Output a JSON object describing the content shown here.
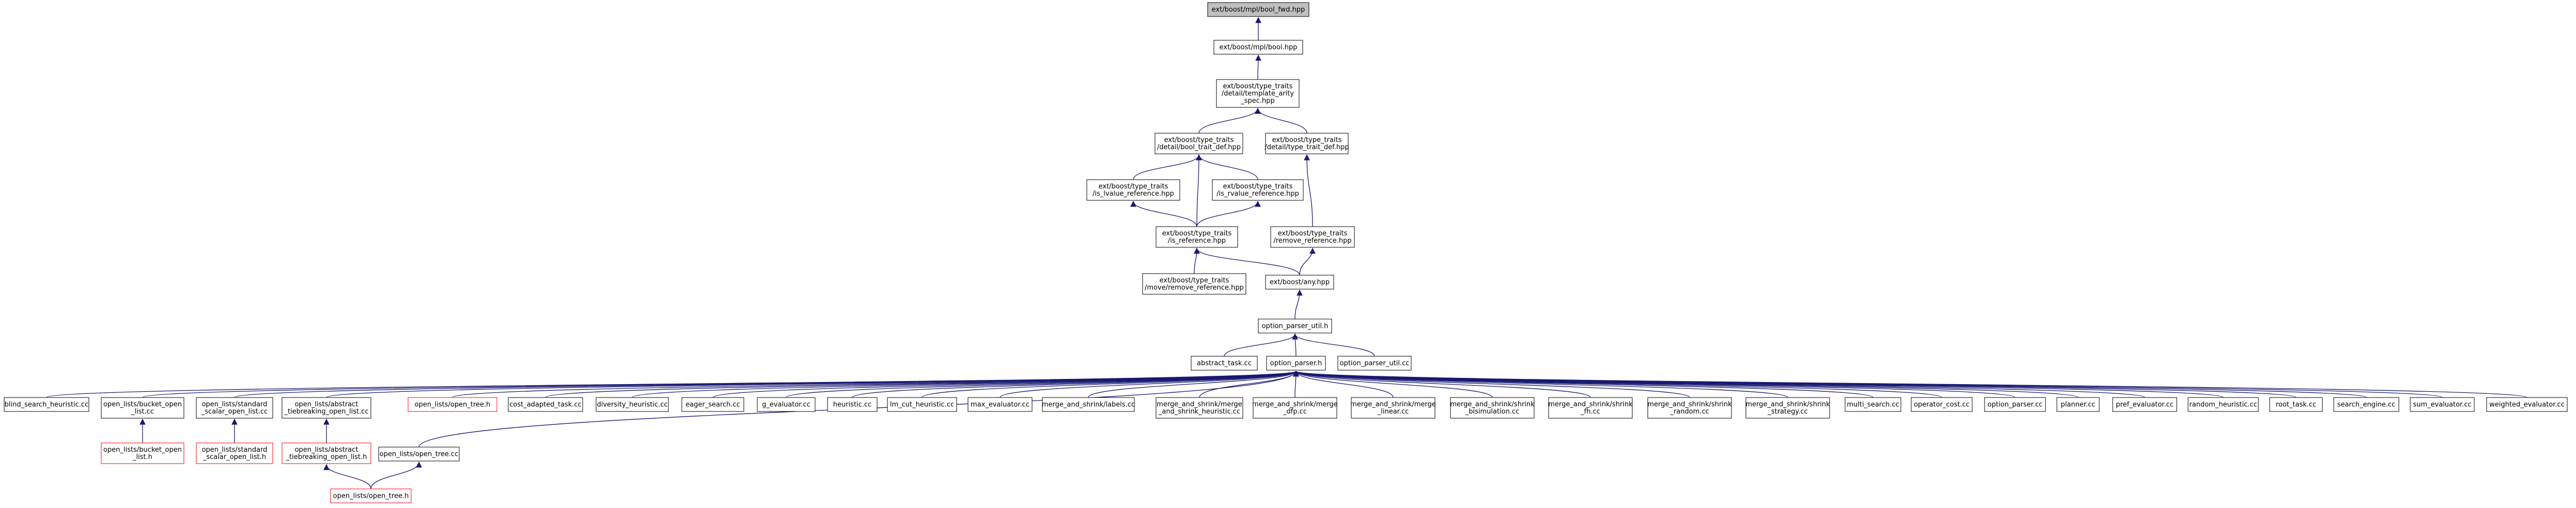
{
  "nodes": [
    {
      "id": "n0",
      "lines": [
        "ext/boost/mpl/bool_fwd.hpp"
      ],
      "style": "current"
    },
    {
      "id": "n1",
      "lines": [
        "ext/boost/mpl/bool.hpp"
      ],
      "style": "normal"
    },
    {
      "id": "n2",
      "lines": [
        "ext/boost/type_traits",
        "/detail/template_arity",
        "_spec.hpp"
      ],
      "style": "normal"
    },
    {
      "id": "n3",
      "lines": [
        "ext/boost/type_traits",
        "/detail/bool_trait_def.hpp"
      ],
      "style": "normal"
    },
    {
      "id": "n4",
      "lines": [
        "ext/boost/type_traits",
        "/detail/type_trait_def.hpp"
      ],
      "style": "normal"
    },
    {
      "id": "n5",
      "lines": [
        "ext/boost/type_traits",
        "/is_lvalue_reference.hpp"
      ],
      "style": "normal"
    },
    {
      "id": "n6",
      "lines": [
        "ext/boost/type_traits",
        "/is_rvalue_reference.hpp"
      ],
      "style": "normal"
    },
    {
      "id": "n7",
      "lines": [
        "ext/boost/type_traits",
        "/is_reference.hpp"
      ],
      "style": "normal"
    },
    {
      "id": "n8",
      "lines": [
        "ext/boost/type_traits",
        "/remove_reference.hpp"
      ],
      "style": "normal"
    },
    {
      "id": "n9",
      "lines": [
        "ext/boost/type_traits",
        "/move/remove_reference.hpp"
      ],
      "style": "normal"
    },
    {
      "id": "n10",
      "lines": [
        "ext/boost/any.hpp"
      ],
      "style": "normal"
    },
    {
      "id": "n11",
      "lines": [
        "option_parser_util.h"
      ],
      "style": "normal"
    },
    {
      "id": "n12",
      "lines": [
        "abstract_task.cc"
      ],
      "style": "normal"
    },
    {
      "id": "n13",
      "lines": [
        "option_parser.h"
      ],
      "style": "normal"
    },
    {
      "id": "n14",
      "lines": [
        "option_parser_util.cc"
      ],
      "style": "normal"
    },
    {
      "id": "n15",
      "lines": [
        "blind_search_heuristic.cc"
      ],
      "style": "normal"
    },
    {
      "id": "n16",
      "lines": [
        "open_lists/bucket_open",
        "_list.cc"
      ],
      "style": "normal"
    },
    {
      "id": "n17",
      "lines": [
        "open_lists/standard",
        "_scalar_open_list.cc"
      ],
      "style": "normal"
    },
    {
      "id": "n18",
      "lines": [
        "open_lists/abstract",
        "_tiebreaking_open_list.cc"
      ],
      "style": "normal"
    },
    {
      "id": "n19",
      "lines": [
        "open_lists/open_tree.h"
      ],
      "style": "red"
    },
    {
      "id": "n20",
      "lines": [
        "cost_adapted_task.cc"
      ],
      "style": "normal"
    },
    {
      "id": "n21",
      "lines": [
        "diversity_heuristic.cc"
      ],
      "style": "normal"
    },
    {
      "id": "n22",
      "lines": [
        "eager_search.cc"
      ],
      "style": "normal"
    },
    {
      "id": "n23",
      "lines": [
        "g_evaluator.cc"
      ],
      "style": "normal"
    },
    {
      "id": "n24",
      "lines": [
        "heuristic.cc"
      ],
      "style": "normal"
    },
    {
      "id": "n25",
      "lines": [
        "lm_cut_heuristic.cc"
      ],
      "style": "normal"
    },
    {
      "id": "n26",
      "lines": [
        "max_evaluator.cc"
      ],
      "style": "normal"
    },
    {
      "id": "n27",
      "lines": [
        "merge_and_shrink/labels.cc"
      ],
      "style": "normal"
    },
    {
      "id": "n28",
      "lines": [
        "merge_and_shrink/merge",
        "_and_shrink_heuristic.cc"
      ],
      "style": "normal"
    },
    {
      "id": "n29",
      "lines": [
        "merge_and_shrink/merge",
        "_dfp.cc"
      ],
      "style": "normal"
    },
    {
      "id": "n30",
      "lines": [
        "merge_and_shrink/merge",
        "_linear.cc"
      ],
      "style": "normal"
    },
    {
      "id": "n31",
      "lines": [
        "merge_and_shrink/shrink",
        "_bisimulation.cc"
      ],
      "style": "normal"
    },
    {
      "id": "n32",
      "lines": [
        "merge_and_shrink/shrink",
        "_fh.cc"
      ],
      "style": "normal"
    },
    {
      "id": "n33",
      "lines": [
        "merge_and_shrink/shrink",
        "_random.cc"
      ],
      "style": "normal"
    },
    {
      "id": "n34",
      "lines": [
        "merge_and_shrink/shrink",
        "_strategy.cc"
      ],
      "style": "normal"
    },
    {
      "id": "n35",
      "lines": [
        "multi_search.cc"
      ],
      "style": "normal"
    },
    {
      "id": "n36",
      "lines": [
        "operator_cost.cc"
      ],
      "style": "normal"
    },
    {
      "id": "n37",
      "lines": [
        "option_parser.cc"
      ],
      "style": "normal"
    },
    {
      "id": "n38",
      "lines": [
        "planner.cc"
      ],
      "style": "normal"
    },
    {
      "id": "n39",
      "lines": [
        "pref_evaluator.cc"
      ],
      "style": "normal"
    },
    {
      "id": "n40",
      "lines": [
        "random_heuristic.cc"
      ],
      "style": "normal"
    },
    {
      "id": "n41",
      "lines": [
        "root_task.cc"
      ],
      "style": "normal"
    },
    {
      "id": "n42",
      "lines": [
        "search_engine.cc"
      ],
      "style": "normal"
    },
    {
      "id": "n43",
      "lines": [
        "sum_evaluator.cc"
      ],
      "style": "normal"
    },
    {
      "id": "n44",
      "lines": [
        "weighted_evaluator.cc"
      ],
      "style": "normal"
    },
    {
      "id": "n45",
      "lines": [
        "open_lists/bucket_open",
        "_list.h"
      ],
      "style": "red"
    },
    {
      "id": "n46",
      "lines": [
        "open_lists/standard",
        "_scalar_open_list.h"
      ],
      "style": "red"
    },
    {
      "id": "n47",
      "lines": [
        "open_lists/abstract",
        "_tiebreaking_open_list.h"
      ],
      "style": "red"
    },
    {
      "id": "n48",
      "lines": [
        "open_lists/open_tree.cc"
      ],
      "style": "normal"
    },
    {
      "id": "n49",
      "lines": [
        "open_lists/open_tree.h"
      ],
      "style": "red"
    }
  ],
  "edges": [
    [
      "n1",
      "n0"
    ],
    [
      "n2",
      "n1"
    ],
    [
      "n3",
      "n2"
    ],
    [
      "n4",
      "n2"
    ],
    [
      "n5",
      "n3"
    ],
    [
      "n6",
      "n3"
    ],
    [
      "n7",
      "n3"
    ],
    [
      "n8",
      "n4"
    ],
    [
      "n7",
      "n5"
    ],
    [
      "n7",
      "n6"
    ],
    [
      "n9",
      "n7"
    ],
    [
      "n10",
      "n7"
    ],
    [
      "n10",
      "n8"
    ],
    [
      "n11",
      "n10"
    ],
    [
      "n12",
      "n11"
    ],
    [
      "n13",
      "n11"
    ],
    [
      "n14",
      "n11"
    ],
    [
      "n15",
      "n13"
    ],
    [
      "n16",
      "n13"
    ],
    [
      "n17",
      "n13"
    ],
    [
      "n18",
      "n13"
    ],
    [
      "n19",
      "n13"
    ],
    [
      "n20",
      "n13"
    ],
    [
      "n21",
      "n13"
    ],
    [
      "n22",
      "n13"
    ],
    [
      "n23",
      "n13"
    ],
    [
      "n24",
      "n13"
    ],
    [
      "n25",
      "n13"
    ],
    [
      "n26",
      "n13"
    ],
    [
      "n27",
      "n13"
    ],
    [
      "n28",
      "n13"
    ],
    [
      "n29",
      "n13"
    ],
    [
      "n30",
      "n13"
    ],
    [
      "n31",
      "n13"
    ],
    [
      "n32",
      "n13"
    ],
    [
      "n33",
      "n13"
    ],
    [
      "n34",
      "n13"
    ],
    [
      "n35",
      "n13"
    ],
    [
      "n36",
      "n13"
    ],
    [
      "n37",
      "n13"
    ],
    [
      "n38",
      "n13"
    ],
    [
      "n39",
      "n13"
    ],
    [
      "n40",
      "n13"
    ],
    [
      "n41",
      "n13"
    ],
    [
      "n42",
      "n13"
    ],
    [
      "n43",
      "n13"
    ],
    [
      "n44",
      "n13"
    ],
    [
      "n48",
      "n13"
    ],
    [
      "n45",
      "n16"
    ],
    [
      "n46",
      "n17"
    ],
    [
      "n47",
      "n18"
    ],
    [
      "n49",
      "n47"
    ],
    [
      "n49",
      "n48"
    ]
  ],
  "colors": {
    "line": "#191970",
    "current_fill": "#bfbfbf",
    "red_border": "#ff0000",
    "normal_border": "#000000"
  }
}
